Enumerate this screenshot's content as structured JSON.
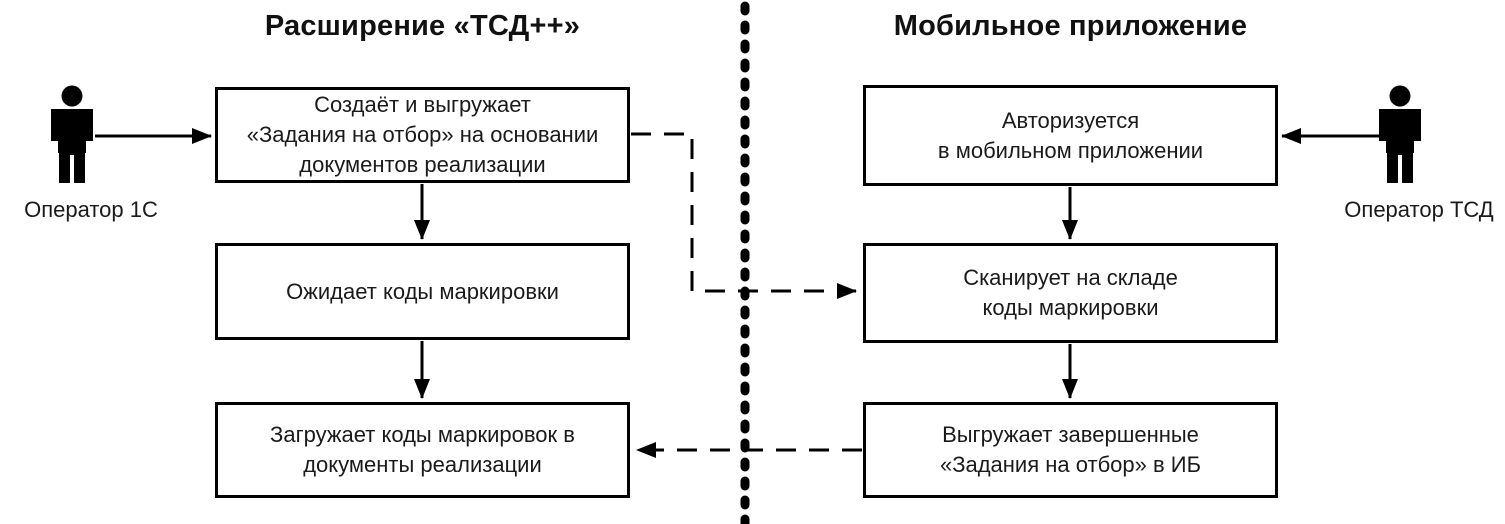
{
  "diagram": {
    "type": "flowchart",
    "background_color": "#ffffff",
    "line_color": "#000000",
    "text_color": "#1a1a1a",
    "lanes": {
      "left": {
        "title": "Расширение «ТСД++»"
      },
      "right": {
        "title": "Мобильное приложение"
      }
    },
    "actors": {
      "left": {
        "label": "Оператор 1С",
        "icon": "person-icon"
      },
      "right": {
        "label": "Оператор ТСД",
        "icon": "person-icon"
      }
    },
    "left_steps": [
      {
        "text": "Создаёт и выгружает\n«Задания на отбор» на основании\nдокументов реализации"
      },
      {
        "text": "Ожидает коды маркировки"
      },
      {
        "text": "Загружает коды маркировок в\nдокументы реализации"
      }
    ],
    "right_steps": [
      {
        "text": "Авторизуется\nв мобильном приложении"
      },
      {
        "text": "Сканирует на складе\nкоды маркировки"
      },
      {
        "text": "Выгружает завершенные\n«Задания на отбор» в ИБ"
      }
    ],
    "connectors": [
      {
        "from": "operator-1c",
        "to": "left-step-1",
        "style": "solid"
      },
      {
        "from": "left-step-1",
        "to": "left-step-2",
        "style": "solid"
      },
      {
        "from": "left-step-2",
        "to": "left-step-3",
        "style": "solid"
      },
      {
        "from": "operator-tsd",
        "to": "right-step-1",
        "style": "solid"
      },
      {
        "from": "right-step-1",
        "to": "right-step-2",
        "style": "solid"
      },
      {
        "from": "right-step-2",
        "to": "right-step-3",
        "style": "solid"
      },
      {
        "from": "left-step-1",
        "to": "right-step-2",
        "style": "dashed"
      },
      {
        "from": "right-step-3",
        "to": "left-step-3",
        "style": "dashed"
      }
    ]
  }
}
